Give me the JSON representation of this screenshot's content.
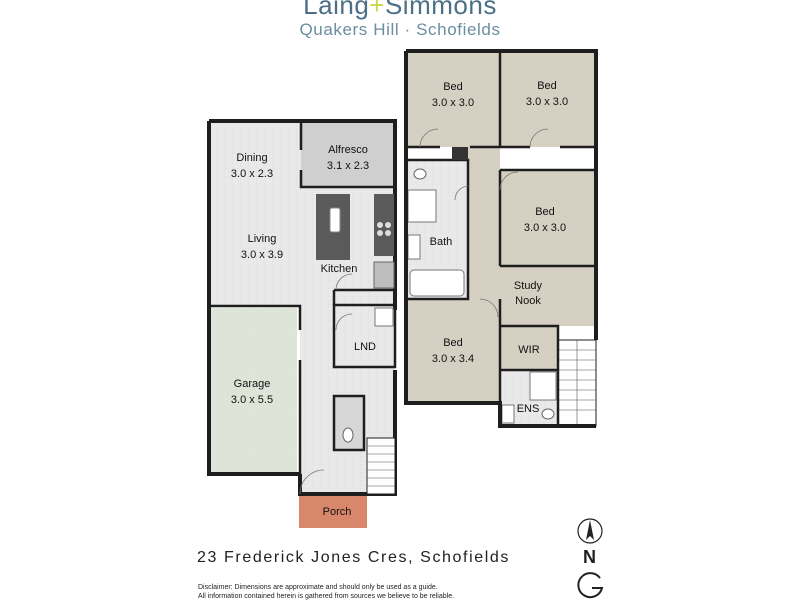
{
  "header": {
    "brand_part1": "Laing",
    "brand_plus": "+",
    "brand_part2": "Simmons",
    "subtitle": "Quakers Hill · Schofields"
  },
  "rooms": {
    "dining": {
      "name": "Dining",
      "size": "3.0 x 2.3"
    },
    "alfresco": {
      "name": "Alfresco",
      "size": "3.1 x 2.3"
    },
    "living": {
      "name": "Living",
      "size": "3.0 x 3.9"
    },
    "kitchen": {
      "name": "Kitchen"
    },
    "lnd": {
      "name": "LND"
    },
    "garage": {
      "name": "Garage",
      "size": "3.0 x 5.5"
    },
    "porch": {
      "name": "Porch"
    },
    "bed1": {
      "name": "Bed",
      "size": "3.0 x 3.0"
    },
    "bed2": {
      "name": "Bed",
      "size": "3.0 x 3.0"
    },
    "bed3": {
      "name": "Bed",
      "size": "3.0 x 3.0"
    },
    "bed4": {
      "name": "Bed",
      "size": "3.0 x 3.4"
    },
    "bath": {
      "name": "Bath"
    },
    "study": {
      "name": "Study",
      "name2": "Nook"
    },
    "wir": {
      "name": "WIR"
    },
    "ens": {
      "name": "ENS"
    }
  },
  "footer": {
    "address": "23 Frederick Jones Cres, Schofields",
    "compass_label": "N",
    "disclaimer_line1": "Disclaimer: Dimensions are approximate and should only be used as a guide.",
    "disclaimer_line2": "All information contained herein is gathered from sources we believe to be reliable."
  },
  "colors": {
    "floor_light": "#e8e8e8",
    "floor_dark": "#cfcfcf",
    "carpet": "#d8d2c6",
    "garage": "#dfe5da",
    "porch": "#d9876a",
    "wall": "#1e1e1e"
  }
}
